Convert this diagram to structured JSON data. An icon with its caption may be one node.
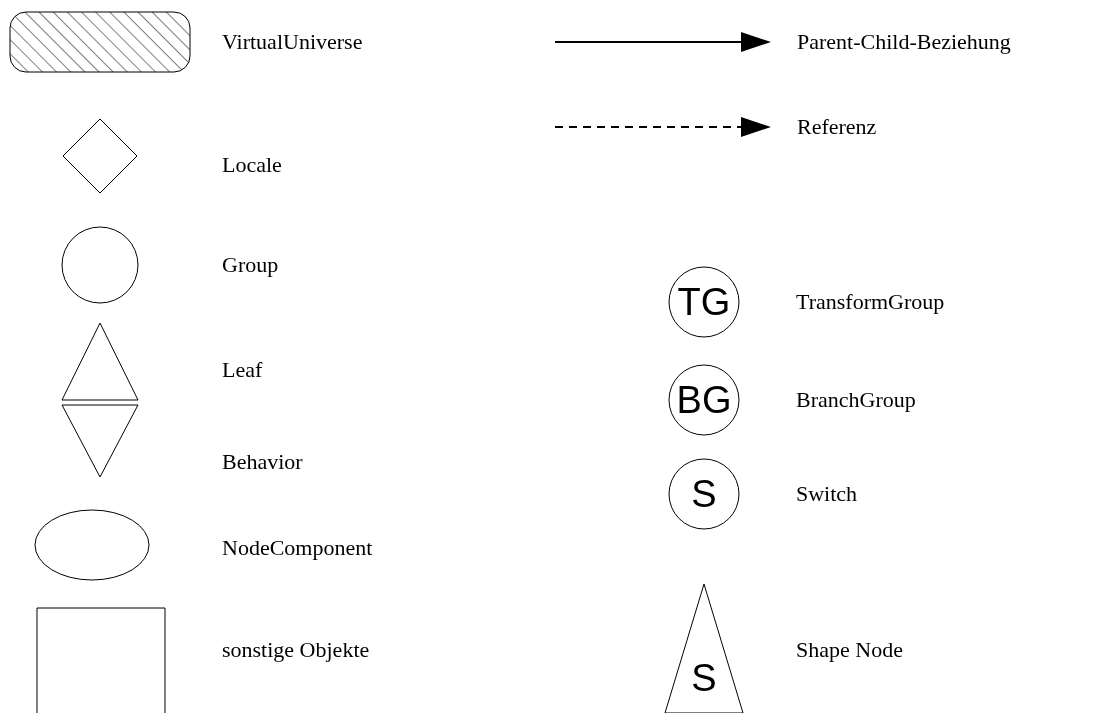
{
  "diagram": {
    "nodes": [
      {
        "text": [],
        "shape": "box",
        "beside": [
          "VirtualUniverse"
        ]
      },
      {
        "text": [],
        "shape": "diamond",
        "beside": [
          "Locale"
        ]
      },
      {
        "text": [],
        "shape": "circle",
        "beside": [
          "Group"
        ]
      },
      {
        "text": [],
        "shape": "triangle",
        "beside": [
          "Leaf"
        ]
      },
      {
        "text": [],
        "shape": "triangle",
        "beside": [
          "Behavior"
        ]
      },
      {
        "text": [],
        "shape": "ellipse",
        "beside": [
          "NodeComponent"
        ]
      },
      {
        "text": [],
        "shape": "box",
        "beside": [
          "sonstige Objekte"
        ]
      },
      {
        "text": [
          "TG"
        ],
        "beside": [
          "TransformGroup"
        ]
      },
      {
        "text": [
          "BG"
        ],
        "beside": [
          "BranchGroup"
        ]
      },
      {
        "text": [
          "S"
        ],
        "beside": [
          "Switch"
        ]
      },
      {
        "text": [
          "S"
        ],
        "beside": [
          "Shape Node"
        ]
      }
    ],
    "legend": [
      {
        "text": "Parent-Child-Beziehung"
      },
      {
        "text": "Referenz"
      }
    ]
  }
}
